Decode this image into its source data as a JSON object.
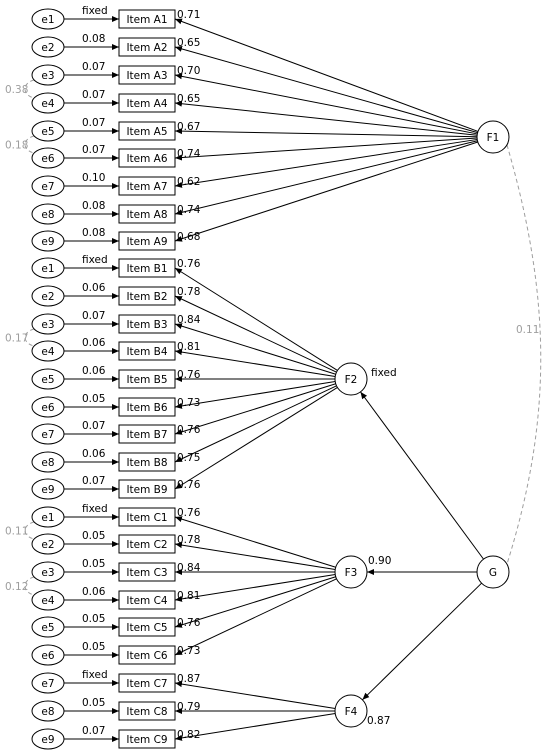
{
  "colors": {
    "stroke": "#000000",
    "covariance": "#9e9e9e"
  },
  "latents": {
    "F1": "F1",
    "F2": "F2",
    "F3": "F3",
    "F4": "F4",
    "G": "G"
  },
  "items": [
    {
      "error": "e1",
      "error_var": "fixed",
      "item": "Item A1",
      "loading": "0.71",
      "factor": "F1"
    },
    {
      "error": "e2",
      "error_var": "0.08",
      "item": "Item A2",
      "loading": "0.65",
      "factor": "F1"
    },
    {
      "error": "e3",
      "error_var": "0.07",
      "item": "Item A3",
      "loading": "0.70",
      "factor": "F1"
    },
    {
      "error": "e4",
      "error_var": "0.07",
      "item": "Item A4",
      "loading": "0.65",
      "factor": "F1"
    },
    {
      "error": "e5",
      "error_var": "0.07",
      "item": "Item A5",
      "loading": "0.67",
      "factor": "F1"
    },
    {
      "error": "e6",
      "error_var": "0.07",
      "item": "Item A6",
      "loading": "0.74",
      "factor": "F1"
    },
    {
      "error": "e7",
      "error_var": "0.10",
      "item": "Item A7",
      "loading": "0.62",
      "factor": "F1"
    },
    {
      "error": "e8",
      "error_var": "0.08",
      "item": "Item A8",
      "loading": "0.74",
      "factor": "F1"
    },
    {
      "error": "e9",
      "error_var": "0.08",
      "item": "Item A9",
      "loading": "0.68",
      "factor": "F1"
    },
    {
      "error": "e1",
      "error_var": "fixed",
      "item": "Item B1",
      "loading": "0.76",
      "factor": "F2"
    },
    {
      "error": "e2",
      "error_var": "0.06",
      "item": "Item B2",
      "loading": "0.78",
      "factor": "F2"
    },
    {
      "error": "e3",
      "error_var": "0.07",
      "item": "Item B3",
      "loading": "0.84",
      "factor": "F2"
    },
    {
      "error": "e4",
      "error_var": "0.06",
      "item": "Item B4",
      "loading": "0.81",
      "factor": "F2"
    },
    {
      "error": "e5",
      "error_var": "0.06",
      "item": "Item B5",
      "loading": "0.76",
      "factor": "F2"
    },
    {
      "error": "e6",
      "error_var": "0.05",
      "item": "Item B6",
      "loading": "0.73",
      "factor": "F2"
    },
    {
      "error": "e7",
      "error_var": "0.07",
      "item": "Item B7",
      "loading": "0.76",
      "factor": "F2"
    },
    {
      "error": "e8",
      "error_var": "0.06",
      "item": "Item B8",
      "loading": "0.75",
      "factor": "F2"
    },
    {
      "error": "e9",
      "error_var": "0.07",
      "item": "Item B9",
      "loading": "0.76",
      "factor": "F2"
    },
    {
      "error": "e1",
      "error_var": "fixed",
      "item": "Item C1",
      "loading": "0.76",
      "factor": "F3"
    },
    {
      "error": "e2",
      "error_var": "0.05",
      "item": "Item C2",
      "loading": "0.78",
      "factor": "F3"
    },
    {
      "error": "e3",
      "error_var": "0.05",
      "item": "Item C3",
      "loading": "0.84",
      "factor": "F3"
    },
    {
      "error": "e4",
      "error_var": "0.06",
      "item": "Item C4",
      "loading": "0.81",
      "factor": "F3"
    },
    {
      "error": "e5",
      "error_var": "0.05",
      "item": "Item C5",
      "loading": "0.76",
      "factor": "F3"
    },
    {
      "error": "e6",
      "error_var": "0.05",
      "item": "Item C6",
      "loading": "0.73",
      "factor": "F3"
    },
    {
      "error": "e7",
      "error_var": "fixed",
      "item": "Item C7",
      "loading": "0.87",
      "factor": "F4"
    },
    {
      "error": "e8",
      "error_var": "0.05",
      "item": "Item C8",
      "loading": "0.79",
      "factor": "F4"
    },
    {
      "error": "e9",
      "error_var": "0.07",
      "item": "Item C9",
      "loading": "0.82",
      "factor": "F4"
    }
  ],
  "error_covariances": [
    {
      "from": 2,
      "to": 3,
      "value": "0.38"
    },
    {
      "from": 4,
      "to": 5,
      "value": "0.18"
    },
    {
      "from": 11,
      "to": 12,
      "value": "0.17"
    },
    {
      "from": 18,
      "to": 19,
      "value": "0.11"
    },
    {
      "from": 20,
      "to": 21,
      "value": "0.12"
    }
  ],
  "structural": {
    "G_to_F2": "fixed",
    "G_to_F3": "0.90",
    "G_to_F4": "0.87",
    "F1_G_covariance": "0.11"
  }
}
